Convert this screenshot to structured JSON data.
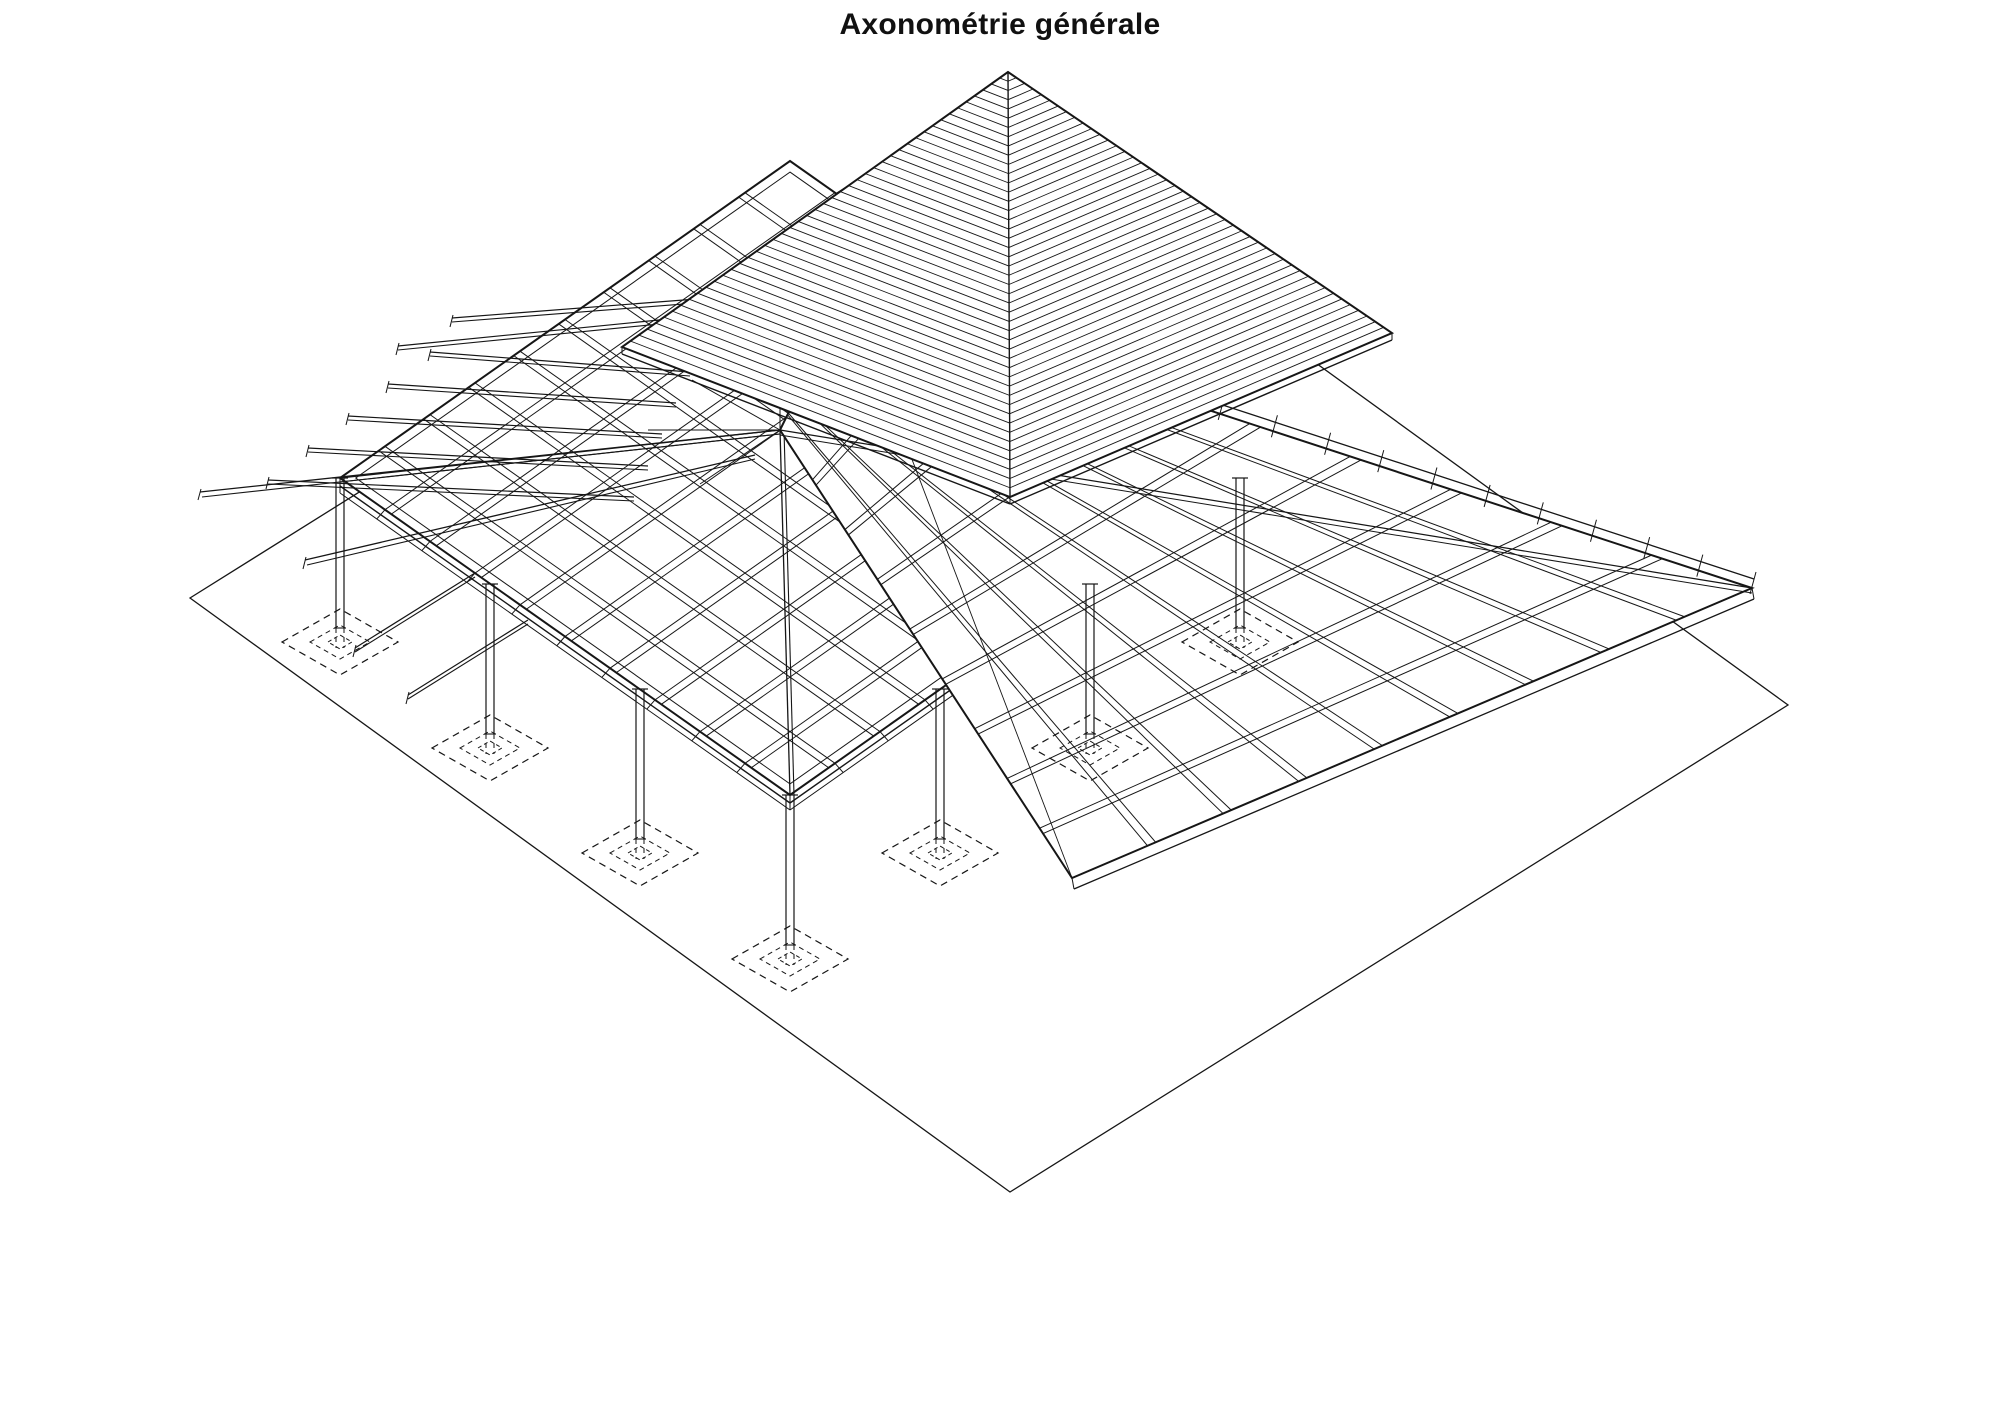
{
  "title": "Axonométrie générale",
  "page": {
    "background": "#ffffff",
    "ink": "#161616"
  },
  "drawing": {
    "type": "axonometric line drawing",
    "subject": "timber pavilion: pyramidal batten roof, purlin grid, coffered beam grid, cantilevered rafters, columns on dashed foundation footings, ground plane",
    "columns_count": 7,
    "footings_count": 7
  }
}
